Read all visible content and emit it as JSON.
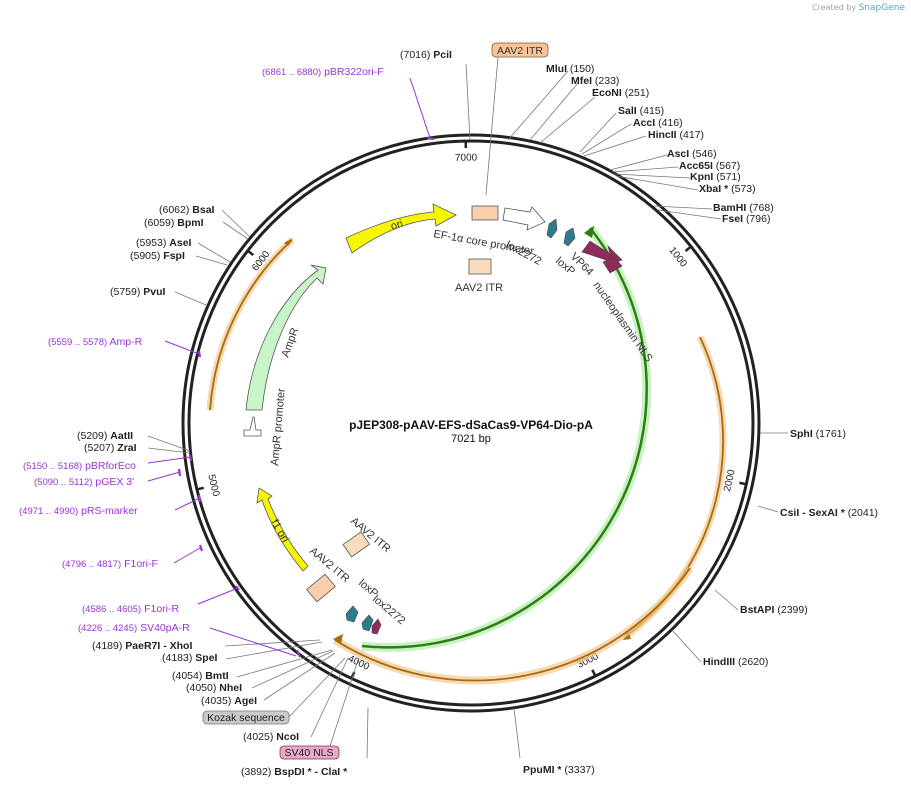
{
  "credit": {
    "prefix": "Created by",
    "brand": "SnapGene"
  },
  "title": "pJEP308-pAAV-EFS-dSaCas9-VP64-Dio-pA",
  "size_label": "7021 bp",
  "total_bp": 7021,
  "ticks": [
    {
      "bp": 1000,
      "label": "1000"
    },
    {
      "bp": 2000,
      "label": "2000"
    },
    {
      "bp": 3000,
      "label": "3000"
    },
    {
      "bp": 4000,
      "label": "4000"
    },
    {
      "bp": 5000,
      "label": "5000"
    },
    {
      "bp": 6000,
      "label": "6000"
    },
    {
      "bp": 7000,
      "label": "7000"
    }
  ],
  "sites": [
    {
      "name": "PciI",
      "pos": "(7016)"
    },
    {
      "name": "MluI",
      "pos": "(150)"
    },
    {
      "name": "MfeI",
      "pos": "(233)"
    },
    {
      "name": "EcoNI",
      "pos": "(251)"
    },
    {
      "name": "SalI",
      "pos": "(415)"
    },
    {
      "name": "AccI",
      "pos": "(416)"
    },
    {
      "name": "HincII",
      "pos": "(417)"
    },
    {
      "name": "AscI",
      "pos": "(546)"
    },
    {
      "name": "Acc65I",
      "pos": "(567)"
    },
    {
      "name": "KpnI",
      "pos": "(571)"
    },
    {
      "name": "XbaI *",
      "pos": "(573)"
    },
    {
      "name": "BamHI",
      "pos": "(768)"
    },
    {
      "name": "FseI",
      "pos": "(796)"
    },
    {
      "name": "SphI",
      "pos": "(1761)"
    },
    {
      "name": "CsiI  - SexAI *",
      "pos": "(2041)"
    },
    {
      "name": "BstAPI",
      "pos": "(2399)"
    },
    {
      "name": "HindIII",
      "pos": "(2620)"
    },
    {
      "name": "PpuMI *",
      "pos": "(3337)"
    },
    {
      "name": "BspDI * - ClaI *",
      "pos": "(3892)"
    },
    {
      "name": "NcoI",
      "pos": "(4025)"
    },
    {
      "name": "AgeI",
      "pos": "(4035)"
    },
    {
      "name": "NheI",
      "pos": "(4050)"
    },
    {
      "name": "BmtI",
      "pos": "(4054)"
    },
    {
      "name": "SpeI",
      "pos": "(4183)"
    },
    {
      "name": "PaeR7I  - XhoI",
      "pos": "(4189)"
    },
    {
      "name": "ZraI",
      "pos": "(5207)"
    },
    {
      "name": "AatII",
      "pos": "(5209)"
    },
    {
      "name": "PvuI",
      "pos": "(5759)"
    },
    {
      "name": "FspI",
      "pos": "(5905)"
    },
    {
      "name": "AseI",
      "pos": "(5953)"
    },
    {
      "name": "BpmI",
      "pos": "(6059)"
    },
    {
      "name": "BsaI",
      "pos": "(6062)"
    }
  ],
  "primers": [
    {
      "name": "pBR322ori-F",
      "range": "(6861 .. 6880)"
    },
    {
      "name": "Amp-R",
      "range": "(5559 .. 5578)"
    },
    {
      "name": "pBRforEco",
      "range": "(5150 .. 5168)"
    },
    {
      "name": "pGEX 3'",
      "range": "(5090 .. 5112)"
    },
    {
      "name": "pRS-marker",
      "range": "(4971 .. 4990)"
    },
    {
      "name": "F1ori-F",
      "range": "(4796 .. 4817)"
    },
    {
      "name": "F1ori-R",
      "range": "(4586 .. 4605)"
    },
    {
      "name": "SV40pA-R",
      "range": "(4226 .. 4245)"
    }
  ],
  "boxed_labels": [
    {
      "text": "AAV2 ITR",
      "color": "#f9c39a"
    },
    {
      "text": "Kozak sequence",
      "color": "#c9c9c9"
    },
    {
      "text": "SV40 NLS",
      "color": "#e9a8c4"
    }
  ],
  "features": [
    {
      "name": "ori",
      "color": "#f6f600"
    },
    {
      "name": "EF-1α core promoter",
      "color": "#ffffff"
    },
    {
      "name": "lox2272",
      "color": "#2b7c8c"
    },
    {
      "name": "loxP",
      "color": "#2b7c8c"
    },
    {
      "name": "VP64",
      "color": "#8e2b5a"
    },
    {
      "name": "nucleoplasmin NLS",
      "color": "#8e2b5a"
    },
    {
      "name": "AAV2 ITR",
      "color": "#f9cfab"
    },
    {
      "name": "AmpR",
      "color": "#c8f5c8"
    },
    {
      "name": "AmpR promoter",
      "color": "#ffffff"
    },
    {
      "name": "f1 ori",
      "color": "#f6f600"
    },
    {
      "name": "AAV2 ITR",
      "color": "#f9dcbf"
    },
    {
      "name": "AAV2 ITR",
      "color": "#f9cfab"
    },
    {
      "name": "loxP",
      "color": "#2b7c8c"
    },
    {
      "name": "lox2272",
      "color": "#2b7c8c"
    }
  ],
  "colors": {
    "primer": "#9a33d6",
    "orf_arc": "#d68a2a",
    "cas9_arc": "#3a8a1c",
    "backbone": "#222222"
  }
}
